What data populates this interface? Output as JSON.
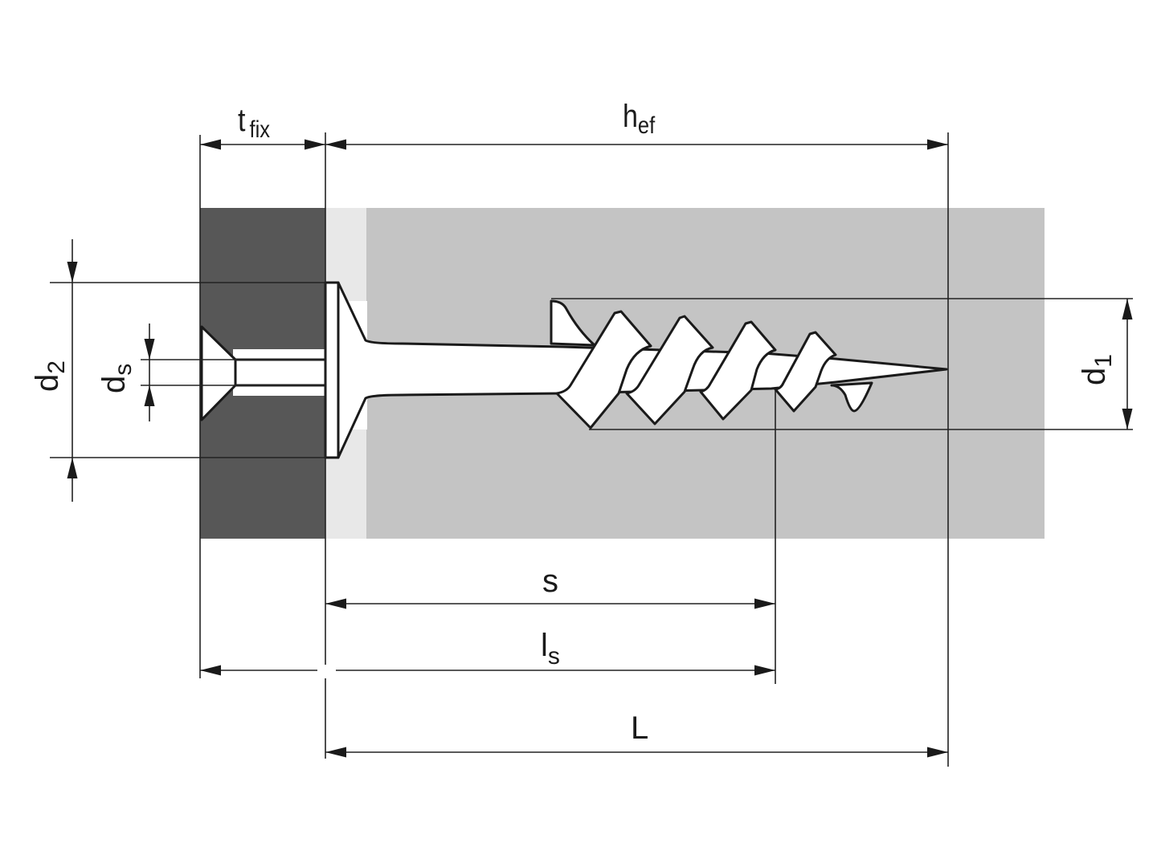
{
  "diagram": {
    "labels": {
      "t_fix": {
        "main": "t",
        "sub": "fix"
      },
      "h_ef": {
        "main": "h",
        "sub": "ef"
      },
      "s": {
        "main": "s"
      },
      "l_s": {
        "main": "l",
        "sub": "s"
      },
      "L": {
        "main": "L"
      },
      "d2": {
        "main": "d",
        "sub": "2"
      },
      "ds": {
        "main": "d",
        "sub": "s"
      },
      "d1": {
        "main": "d",
        "sub": "1"
      }
    },
    "colors": {
      "fixture": "#575757",
      "base_material": "#c4c4c4",
      "gap": "#e8e8e8",
      "line": "#1a1a1a"
    }
  }
}
